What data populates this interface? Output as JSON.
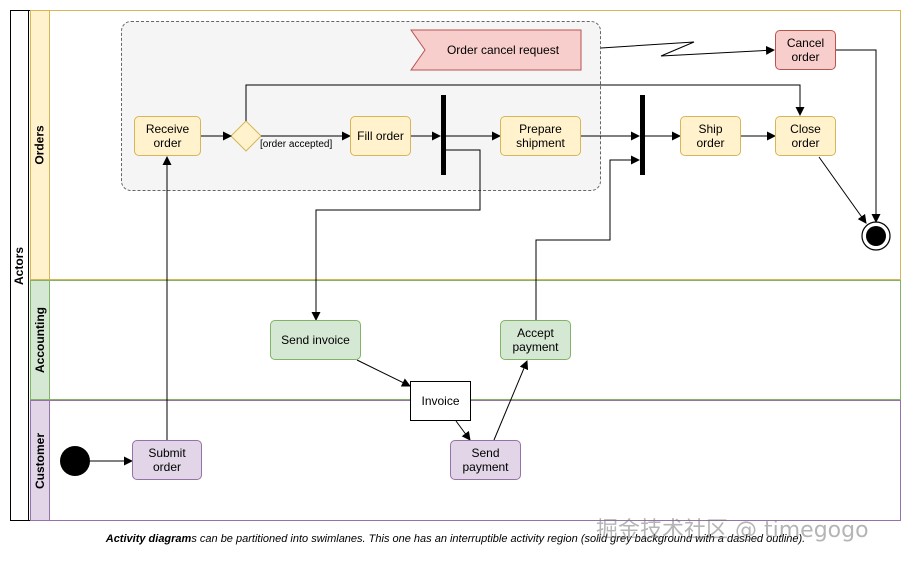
{
  "pool": {
    "label": "Actors"
  },
  "lanes": {
    "orders": "Orders",
    "accounting": "Accounting",
    "customer": "Customer"
  },
  "nodes": {
    "order_cancel_request": "Order cancel request",
    "cancel_order": "Cancel order",
    "receive_order": "Receive order",
    "fill_order": "Fill order",
    "prepare_shipment": "Prepare shipment",
    "ship_order": "Ship order",
    "close_order": "Close order",
    "send_invoice": "Send invoice",
    "accept_payment": "Accept payment",
    "invoice": "Invoice",
    "send_payment": "Send payment",
    "submit_order": "Submit order"
  },
  "edge_labels": {
    "order_accepted": "[order accepted]"
  },
  "caption": {
    "bold": "Activity diagram",
    "rest": "s can be partitioned into swimlanes. This one has an interruptible activity region (solid grey background with a dashed outline)."
  },
  "watermark": "掘金技术社区 @ timegogo",
  "colors": {
    "orders_fill": "#fff2cc",
    "orders_stroke": "#d6b656",
    "accounting_fill": "#d5e8d4",
    "accounting_stroke": "#82b366",
    "customer_fill": "#e1d5e7",
    "customer_stroke": "#9673a6",
    "cancel_fill": "#f8cecc",
    "cancel_stroke": "#b85450",
    "region_fill": "#f5f5f5"
  }
}
